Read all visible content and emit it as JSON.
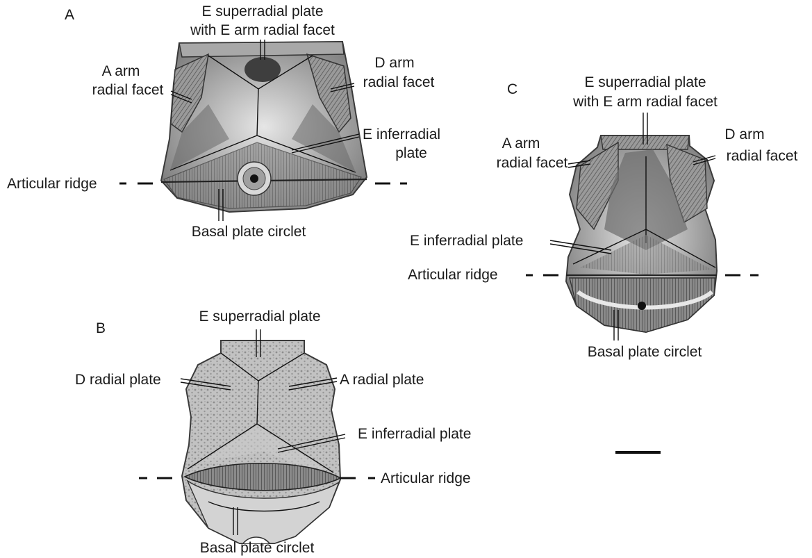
{
  "panels": {
    "A": {
      "letter": "A",
      "superradial_1": "E superradial plate",
      "superradial_2": "with E arm radial facet",
      "a_arm_1": "A arm",
      "a_arm_2": "radial facet",
      "d_arm_1": "D arm",
      "d_arm_2": "radial facet",
      "inferradial_1": "E inferradial",
      "inferradial_2": "plate",
      "articular_ridge": "Articular ridge",
      "basal": "Basal plate circlet"
    },
    "B": {
      "letter": "B",
      "superradial": "E superradial plate",
      "d_radial": "D radial plate",
      "a_radial": "A radial plate",
      "inferradial": "E inferradial plate",
      "articular_ridge": "Articular ridge",
      "basal": "Basal plate circlet"
    },
    "C": {
      "letter": "C",
      "superradial_1": "E superradial plate",
      "superradial_2": "with E arm radial facet",
      "a_arm_1": "A arm",
      "a_arm_2": "radial facet",
      "d_arm_1": "D arm",
      "d_arm_2": "radial facet",
      "inferradial": "E inferradial plate",
      "articular_ridge": "Articular ridge",
      "basal": "Basal plate circlet"
    }
  },
  "colors": {
    "specimen_fill": "#b9b9b9",
    "specimen_dark": "#5a5a5a",
    "specimen_light": "#e2e2e2",
    "ink": "#1a1a1a"
  }
}
